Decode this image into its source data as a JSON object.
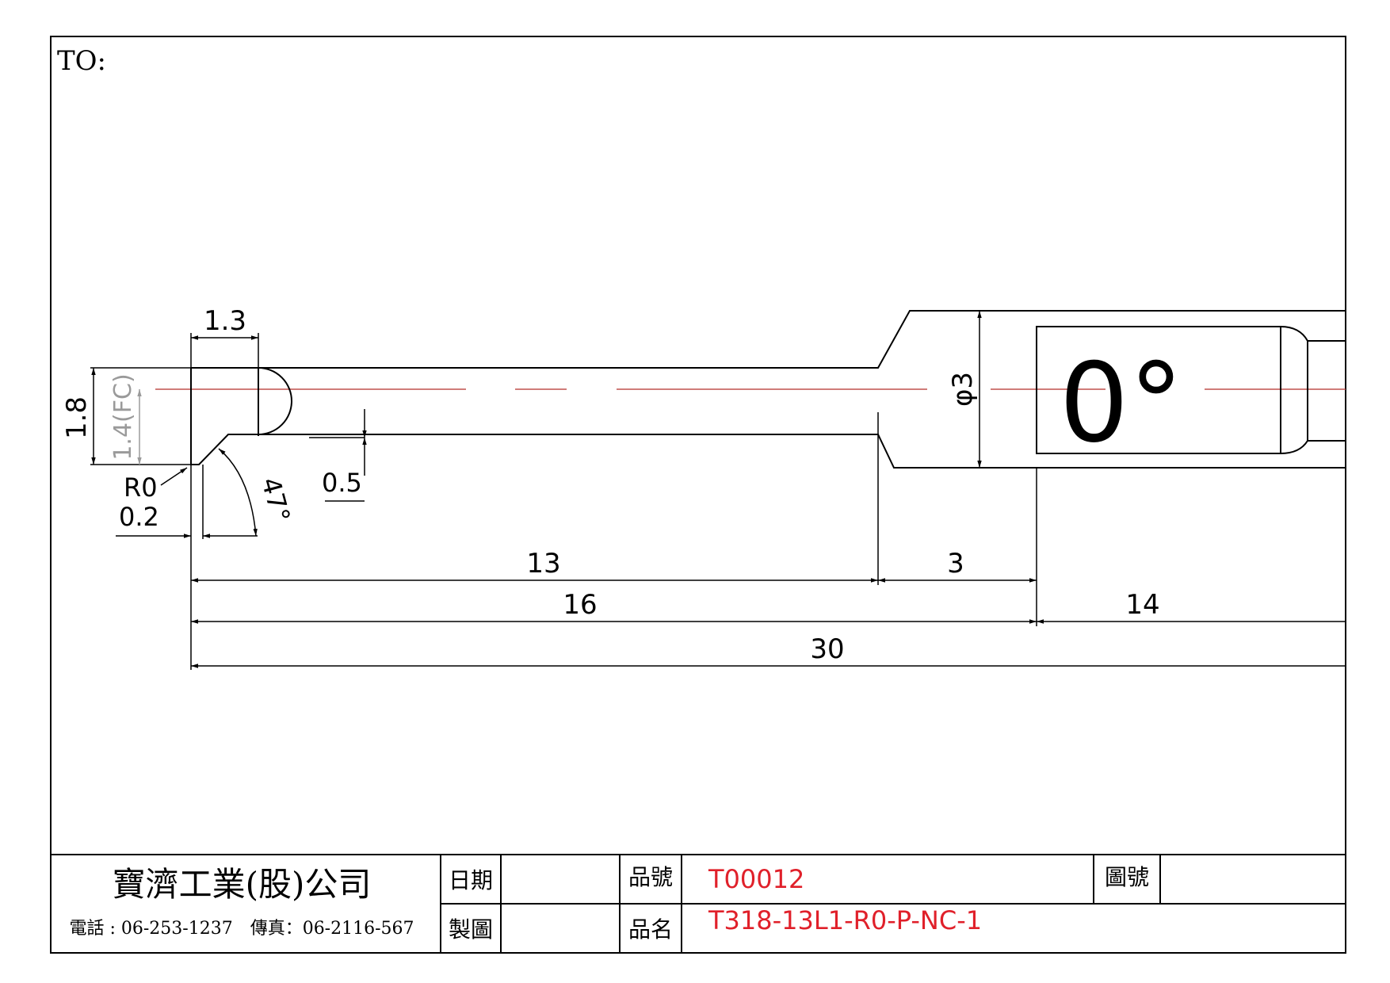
{
  "header": {
    "to_label": "TO:"
  },
  "drawing": {
    "dims": {
      "d_1_3": "1.3",
      "d_1_8": "1.8",
      "d_1_4fc": "1.4(FC)",
      "d_r0": "R0",
      "d_0_2": "0.2",
      "d_47": "47°",
      "d_0_5": "0.5",
      "d_phi3": "φ3",
      "d_13": "13",
      "d_3": "3",
      "d_16": "16",
      "d_14": "14",
      "d_30": "30"
    },
    "engraving": "0°"
  },
  "title_block": {
    "company": "寶濟工業(股)公司",
    "contact": "電話 : 06-253-1237　傳真：06-2116-567",
    "date_label": "日期",
    "date_value": "",
    "drawn_label": "製圖",
    "drawn_value": "",
    "part_no_label": "品號",
    "part_no_value": "T00012",
    "part_name_label": "品名",
    "part_name_value": "T318-13L1-R0-P-NC-1",
    "drawing_no_label": "圖號",
    "drawing_no_value": ""
  },
  "colors": {
    "line": "#000000",
    "centerline": "#c0504d",
    "highlight": "#e0202a",
    "faint_dim": "#9a9a9a"
  }
}
